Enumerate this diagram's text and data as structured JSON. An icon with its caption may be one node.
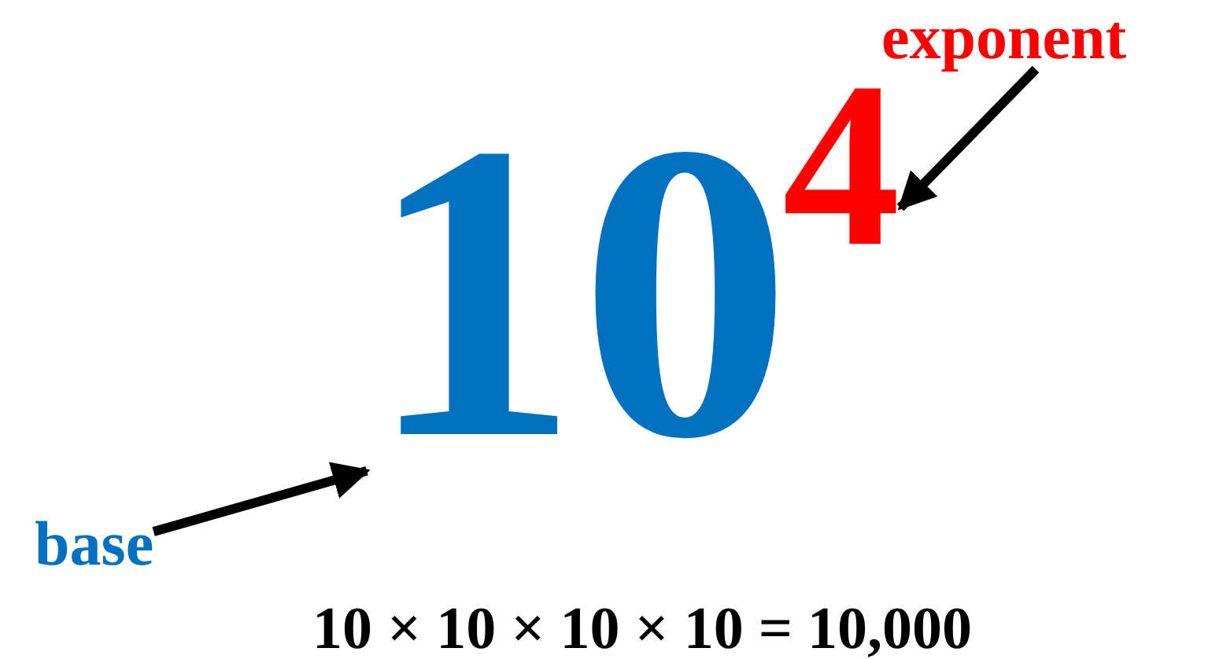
{
  "diagram": {
    "nodes": [
      {
        "text": [
          "exponent"
        ]
      },
      {
        "text": [
          "4"
        ]
      },
      {
        "text": [
          "10"
        ]
      },
      {
        "text": [
          "base"
        ]
      }
    ],
    "edges": [
      {
        "from": 0,
        "to": 1,
        "arrow": "to"
      },
      {
        "from": 3,
        "to": 2,
        "arrow": "to"
      }
    ],
    "labels": [
      "10 × 10 × 10 × 10 = 10,000"
    ]
  }
}
